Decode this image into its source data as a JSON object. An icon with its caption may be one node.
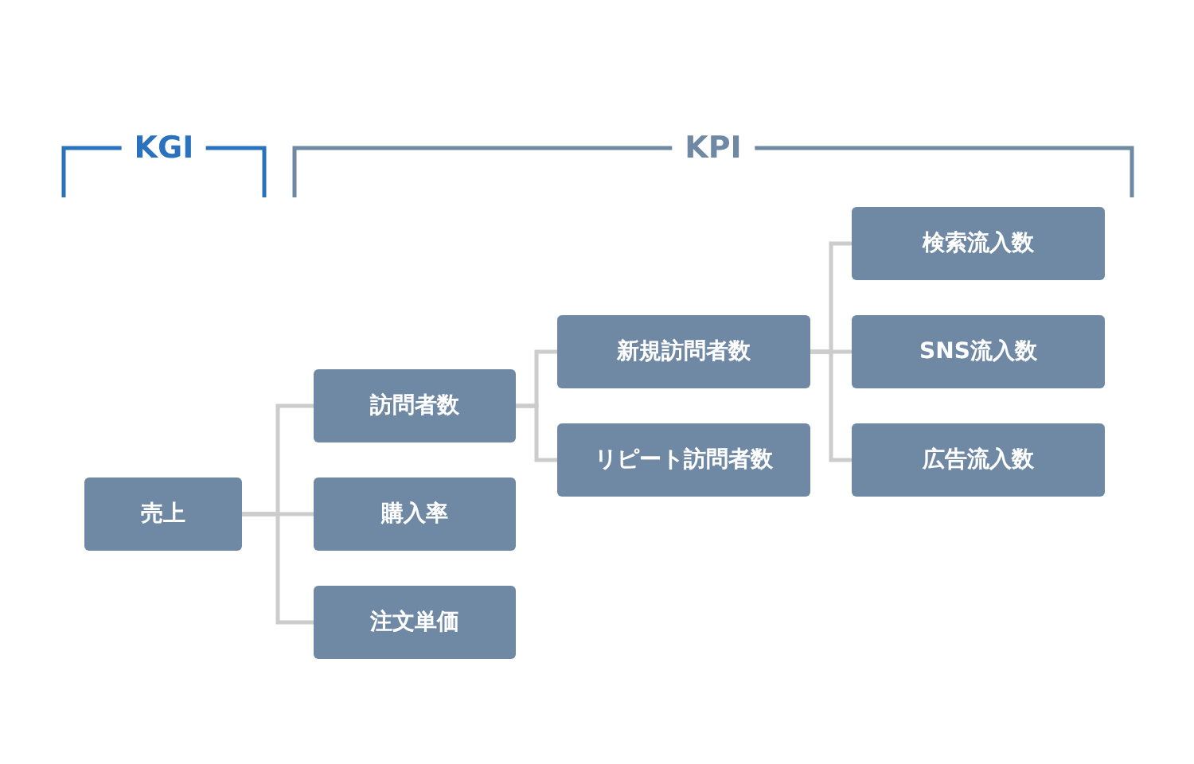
{
  "diagram": {
    "nodes": [
      {
        "text": [
          "売上"
        ]
      },
      {
        "text": [
          "訪問者数"
        ]
      },
      {
        "text": [
          "購入率"
        ]
      },
      {
        "text": [
          "注文単価"
        ]
      },
      {
        "text": [
          "新規訪問者数"
        ]
      },
      {
        "text": [
          "リピート訪問者数"
        ]
      },
      {
        "text": [
          "検索流入数"
        ]
      },
      {
        "text": [
          "SNS流入数"
        ]
      },
      {
        "text": [
          "広告流入数"
        ]
      }
    ],
    "edges": [
      {
        "from": 0,
        "to": 1,
        "arrow": "none"
      },
      {
        "from": 0,
        "to": 2,
        "arrow": "none"
      },
      {
        "from": 0,
        "to": 3,
        "arrow": "none"
      },
      {
        "from": 1,
        "to": 4,
        "arrow": "none"
      },
      {
        "from": 1,
        "to": 5,
        "arrow": "none"
      },
      {
        "from": 4,
        "to": 6,
        "arrow": "none"
      },
      {
        "from": 4,
        "to": 7,
        "arrow": "none"
      },
      {
        "from": 4,
        "to": 8,
        "arrow": "none"
      }
    ],
    "labels": [
      "KGI",
      "KPI"
    ]
  }
}
